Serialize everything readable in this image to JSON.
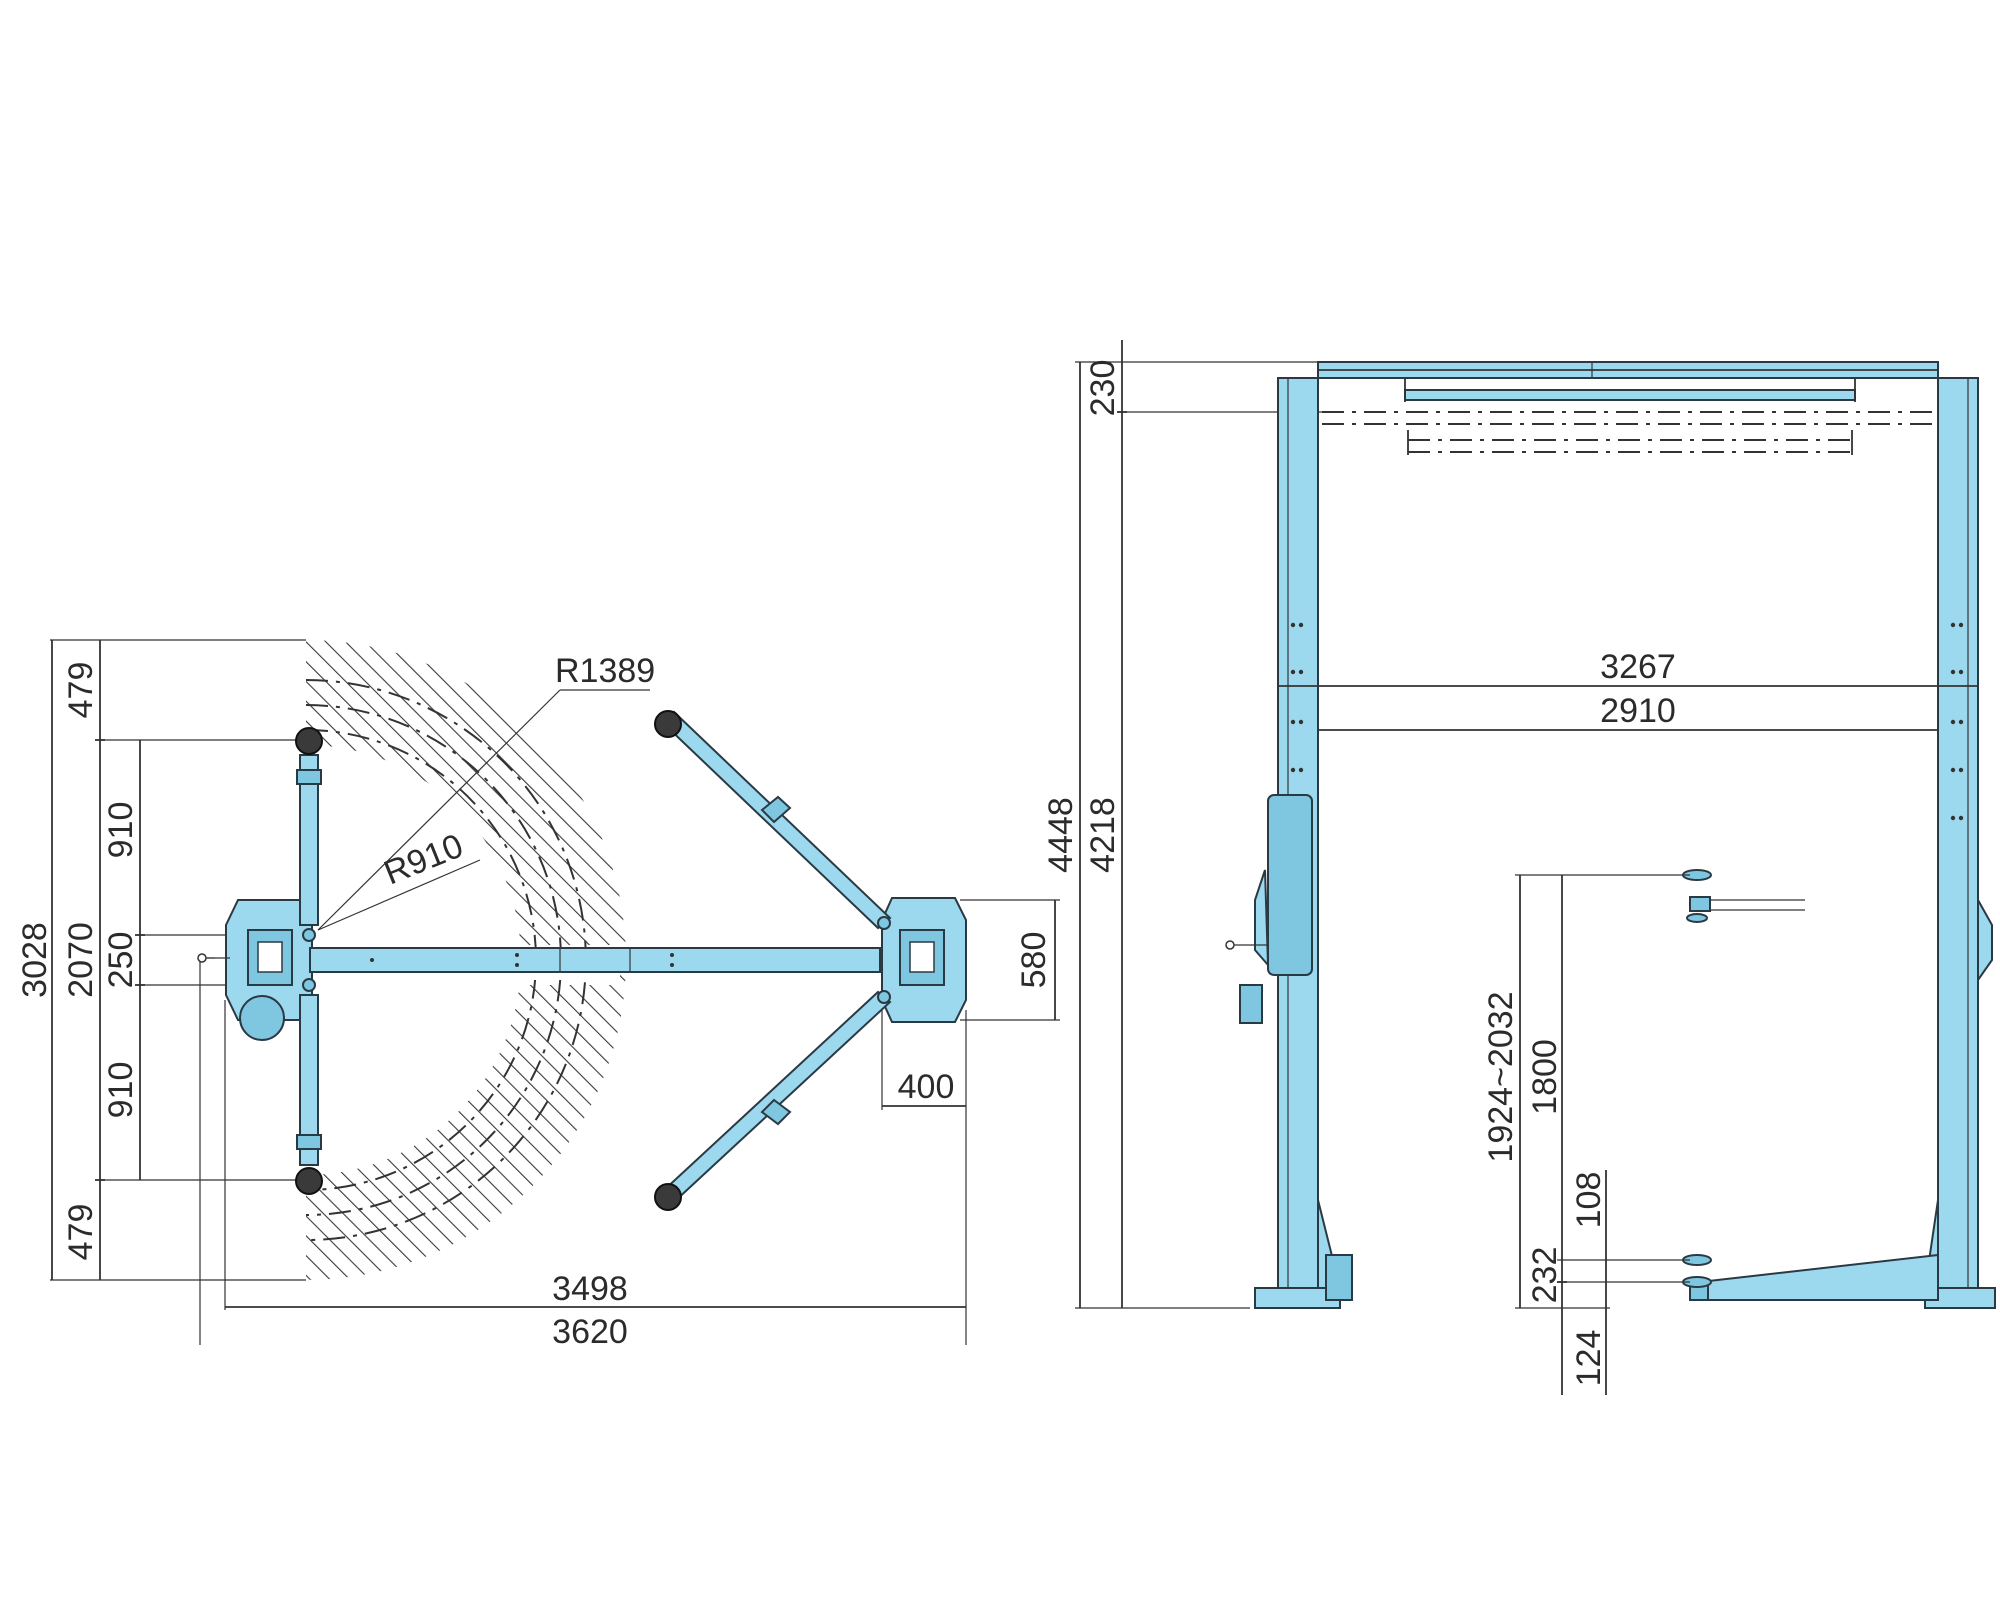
{
  "colors": {
    "lift": "#9cd8ee",
    "line": "#333333",
    "hatch": "#3a3a3a"
  },
  "top_view": {
    "dims": {
      "d479_top": "479",
      "d910_upper": "910",
      "d250": "250",
      "d910_lower": "910",
      "d479_bottom": "479",
      "d3028": "3028",
      "d2070": "2070",
      "d3498": "3498",
      "d3620": "3620",
      "r1389": "R1389",
      "r910": "R910",
      "d580": "580",
      "d400": "400"
    }
  },
  "front_view": {
    "dims": {
      "d230": "230",
      "d4448": "4448",
      "d4218": "4218",
      "d3267": "3267",
      "d2910": "2910",
      "d1924_2032": "1924~2032",
      "d1800": "1800",
      "d108": "108",
      "d232": "232",
      "d124": "124"
    }
  }
}
